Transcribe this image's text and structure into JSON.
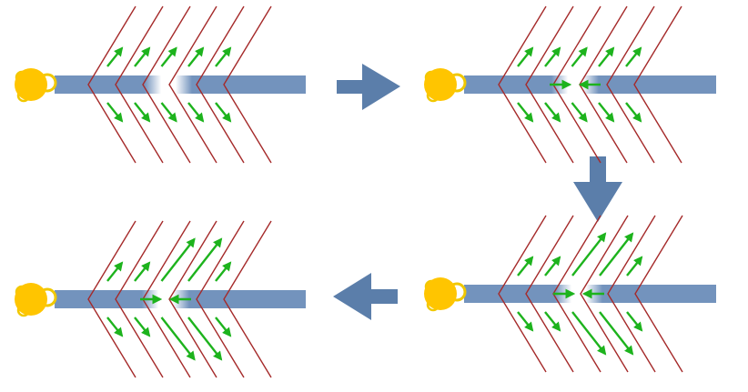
{
  "colors": {
    "background": "#ffffff",
    "rod": "#7393bd",
    "rod_gap": "#ffffff",
    "chevron": "#a52a2a",
    "arrow": "#1db31d",
    "bead": "#ffc500",
    "bead_ring": "#f0c800",
    "flow_arrow": "#5b7eaa"
  },
  "icons": {
    "bead": "yellow-bead-icon",
    "chevron": "chevron-wave-icon",
    "force_arrow": "green-arrow-icon",
    "flow_arrow": "blue-flow-arrow-icon"
  },
  "flow_order": [
    "top-left",
    "top-right",
    "bottom-right",
    "bottom-left"
  ],
  "panels": [
    {
      "id": "top-left",
      "stage": 1,
      "gap": true,
      "inward_arrows": false,
      "long_arrows": false
    },
    {
      "id": "top-right",
      "stage": 2,
      "gap": true,
      "inward_arrows": true,
      "long_arrows": false
    },
    {
      "id": "bottom-right",
      "stage": 3,
      "gap": true,
      "inward_arrows": true,
      "long_arrows": true
    },
    {
      "id": "bottom-left",
      "stage": 4,
      "gap": true,
      "inward_arrows": true,
      "long_arrows": true
    }
  ]
}
